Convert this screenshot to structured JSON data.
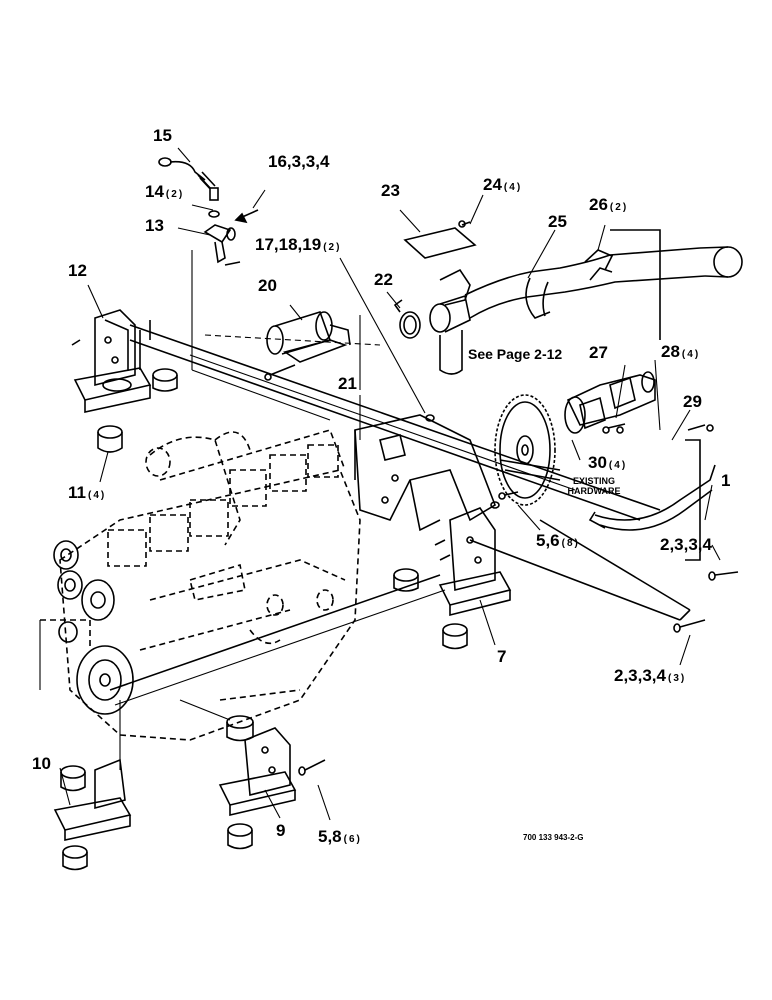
{
  "callouts": [
    {
      "id": "c15",
      "label": "15",
      "qty": ""
    },
    {
      "id": "c16",
      "label": "16,3,3,4",
      "qty": ""
    },
    {
      "id": "c14",
      "label": "14",
      "qty": "(2)"
    },
    {
      "id": "c13",
      "label": "13",
      "qty": ""
    },
    {
      "id": "c23",
      "label": "23",
      "qty": ""
    },
    {
      "id": "c24",
      "label": "24",
      "qty": "(4)"
    },
    {
      "id": "c26",
      "label": "26",
      "qty": "(2)"
    },
    {
      "id": "c25",
      "label": "25",
      "qty": ""
    },
    {
      "id": "c17",
      "label": "17,18,19",
      "qty": "(2)"
    },
    {
      "id": "c12",
      "label": "12",
      "qty": ""
    },
    {
      "id": "c22",
      "label": "22",
      "qty": ""
    },
    {
      "id": "c20",
      "label": "20",
      "qty": ""
    },
    {
      "id": "c27",
      "label": "27",
      "qty": ""
    },
    {
      "id": "c28",
      "label": "28",
      "qty": "(4)"
    },
    {
      "id": "c21",
      "label": "21",
      "qty": ""
    },
    {
      "id": "c29",
      "label": "29",
      "qty": ""
    },
    {
      "id": "c30",
      "label": "30",
      "qty": "(4)"
    },
    {
      "id": "c11",
      "label": "11",
      "qty": "(4)"
    },
    {
      "id": "c1",
      "label": "1",
      "qty": ""
    },
    {
      "id": "c56",
      "label": "5,6",
      "qty": "(8)"
    },
    {
      "id": "c2334a",
      "label": "2,3,3,4",
      "qty": ""
    },
    {
      "id": "c7",
      "label": "7",
      "qty": ""
    },
    {
      "id": "c2334b",
      "label": "2,3,3,4",
      "qty": "(3)"
    },
    {
      "id": "c10",
      "label": "10",
      "qty": ""
    },
    {
      "id": "c9",
      "label": "9",
      "qty": ""
    },
    {
      "id": "c58",
      "label": "5,8",
      "qty": "(6)"
    }
  ],
  "notes": {
    "see_page": "See Page 2-12",
    "existing_line1": "EXISTING",
    "existing_line2": "HARDWARE",
    "doc_number": "700 133 943-2-G"
  }
}
